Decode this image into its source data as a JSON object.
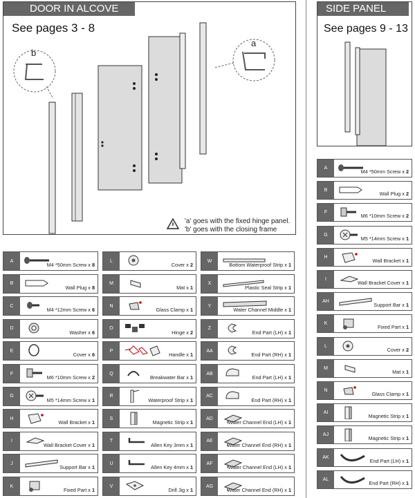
{
  "alcove": {
    "title": "DOOR IN ALCOVE",
    "see_pages": "See pages 3 - 8",
    "callout_a": "a",
    "callout_b": "b",
    "note_a": "'a' goes with the fixed hinge panel.",
    "note_b": "'b' goes with the closing frame"
  },
  "side_panel": {
    "title": "SIDE PANEL",
    "see_pages": "See pages 9 - 13"
  },
  "parts_main": {
    "col1": [
      {
        "letter": "A",
        "name": "M4 *50mm Screw",
        "qty": "8",
        "icon": "screw-long-icon"
      },
      {
        "letter": "B",
        "name": "Wall Plug",
        "qty": "8",
        "icon": "wall-plug-icon"
      },
      {
        "letter": "C",
        "name": "M4 *12mm Screw",
        "qty": "6",
        "icon": "screw-short-icon"
      },
      {
        "letter": "D",
        "name": "Washer",
        "qty": "6",
        "icon": "washer-icon"
      },
      {
        "letter": "E",
        "name": "Cover",
        "qty": "6",
        "icon": "cover-ring-icon"
      },
      {
        "letter": "F",
        "name": "M6 *10mm Screw",
        "qty": "2",
        "icon": "bolt-icon"
      },
      {
        "letter": "G",
        "name": "M5 *14mm Screw",
        "qty": "1",
        "icon": "bolt-x-icon"
      },
      {
        "letter": "H",
        "name": "Wall Bracket",
        "qty": "1",
        "icon": "wall-bracket-icon"
      },
      {
        "letter": "I",
        "name": "Wall Bracket Cover",
        "qty": "1",
        "icon": "bracket-cover-icon"
      },
      {
        "letter": "J",
        "name": "Support Bar",
        "qty": "1",
        "icon": "support-bar-icon"
      },
      {
        "letter": "K",
        "name": "Fixed Part",
        "qty": "1",
        "icon": "fixed-part-icon"
      }
    ],
    "col2": [
      {
        "letter": "L",
        "name": "Cover",
        "qty": "2",
        "icon": "cover-disc-icon"
      },
      {
        "letter": "M",
        "name": "Mat",
        "qty": "1",
        "icon": "mat-icon"
      },
      {
        "letter": "N",
        "name": "Glass Clamp",
        "qty": "1",
        "icon": "glass-clamp-icon"
      },
      {
        "letter": "O",
        "name": "Hinge",
        "qty": "2",
        "icon": "hinge-icon"
      },
      {
        "letter": "P",
        "name": "Handle",
        "qty": "1",
        "icon": "handle-icon"
      },
      {
        "letter": "Q",
        "name": "Breakwater Bar",
        "qty": "1",
        "icon": "breakwater-bar-icon"
      },
      {
        "letter": "R",
        "name": "Waterproof Strip",
        "qty": "1",
        "icon": "waterproof-strip-icon"
      },
      {
        "letter": "S",
        "name": "Magnetic Strip",
        "qty": "1",
        "icon": "magnetic-strip-icon"
      },
      {
        "letter": "T",
        "name": "Allen Key 3mm",
        "qty": "1",
        "icon": "allen-key-icon"
      },
      {
        "letter": "U",
        "name": "Allen Key 4mm",
        "qty": "1",
        "icon": "allen-key-icon"
      },
      {
        "letter": "V",
        "name": "Drill Jig",
        "qty": "1",
        "icon": "drill-jig-icon"
      }
    ],
    "col3": [
      {
        "letter": "W",
        "name": "Bottom Waterproof Strip",
        "qty": "1",
        "icon": "long-strip-icon"
      },
      {
        "letter": "X",
        "name": "Plastic Seal Strip",
        "qty": "1",
        "icon": "seal-strip-icon"
      },
      {
        "letter": "Y",
        "name": "Water Channel Middle",
        "qty": "1",
        "icon": "channel-icon"
      },
      {
        "letter": "Z",
        "name": "End Part (LH)",
        "qty": "1",
        "icon": "end-part-icon"
      },
      {
        "letter": "AA",
        "name": "End Part (RH)",
        "qty": "1",
        "icon": "end-part-icon"
      },
      {
        "letter": "AB",
        "name": "End Part (LH)",
        "qty": "1",
        "icon": "end-cap-icon"
      },
      {
        "letter": "AC",
        "name": "End Part (RH)",
        "qty": "1",
        "icon": "end-cap-icon"
      },
      {
        "letter": "AD",
        "name": "Water Channel End (LH)",
        "qty": "1",
        "icon": "channel-end-icon"
      },
      {
        "letter": "AE",
        "name": "Water Channel End (RH)",
        "qty": "1",
        "icon": "channel-end-icon"
      },
      {
        "letter": "AF",
        "name": "Water Channel End (LH)",
        "qty": "1",
        "icon": "channel-end-icon"
      },
      {
        "letter": "AG",
        "name": "Water Channel End (RH)",
        "qty": "1",
        "icon": "channel-end-icon"
      }
    ]
  },
  "parts_side": [
    {
      "letter": "A",
      "name": "M4 *50mm Screw",
      "qty": "2",
      "icon": "screw-long-icon"
    },
    {
      "letter": "B",
      "name": "Wall Plug",
      "qty": "2",
      "icon": "wall-plug-icon"
    },
    {
      "letter": "F",
      "name": "M6 *10mm Screw",
      "qty": "2",
      "icon": "bolt-icon"
    },
    {
      "letter": "G",
      "name": "M5 *14mm Screw",
      "qty": "1",
      "icon": "bolt-x-icon"
    },
    {
      "letter": "H",
      "name": "Wall Bracket",
      "qty": "1",
      "icon": "wall-bracket-icon"
    },
    {
      "letter": "I",
      "name": "Wall Bracket Cover",
      "qty": "1",
      "icon": "bracket-cover-icon"
    },
    {
      "letter": "AH",
      "name": "Support Bar",
      "qty": "1",
      "icon": "support-bar-icon"
    },
    {
      "letter": "K",
      "name": "Fixed Part",
      "qty": "1",
      "icon": "fixed-part-icon"
    },
    {
      "letter": "L",
      "name": "Cover",
      "qty": "2",
      "icon": "cover-disc-icon"
    },
    {
      "letter": "M",
      "name": "Mat",
      "qty": "1",
      "icon": "mat-icon"
    },
    {
      "letter": "N",
      "name": "Glass Clamp",
      "qty": "1",
      "icon": "glass-clamp-icon"
    },
    {
      "letter": "AI",
      "name": "Magnetic Strip",
      "qty": "1",
      "icon": "magnetic-strip-icon"
    },
    {
      "letter": "AJ",
      "name": "Magnetic Strip",
      "qty": "1",
      "icon": "magnetic-strip-icon"
    },
    {
      "letter": "AK",
      "name": "End Part (LH)",
      "qty": "1",
      "icon": "end-loop-icon"
    },
    {
      "letter": "AL",
      "name": "End Part (RH)",
      "qty": "1",
      "icon": "end-loop-icon"
    }
  ]
}
